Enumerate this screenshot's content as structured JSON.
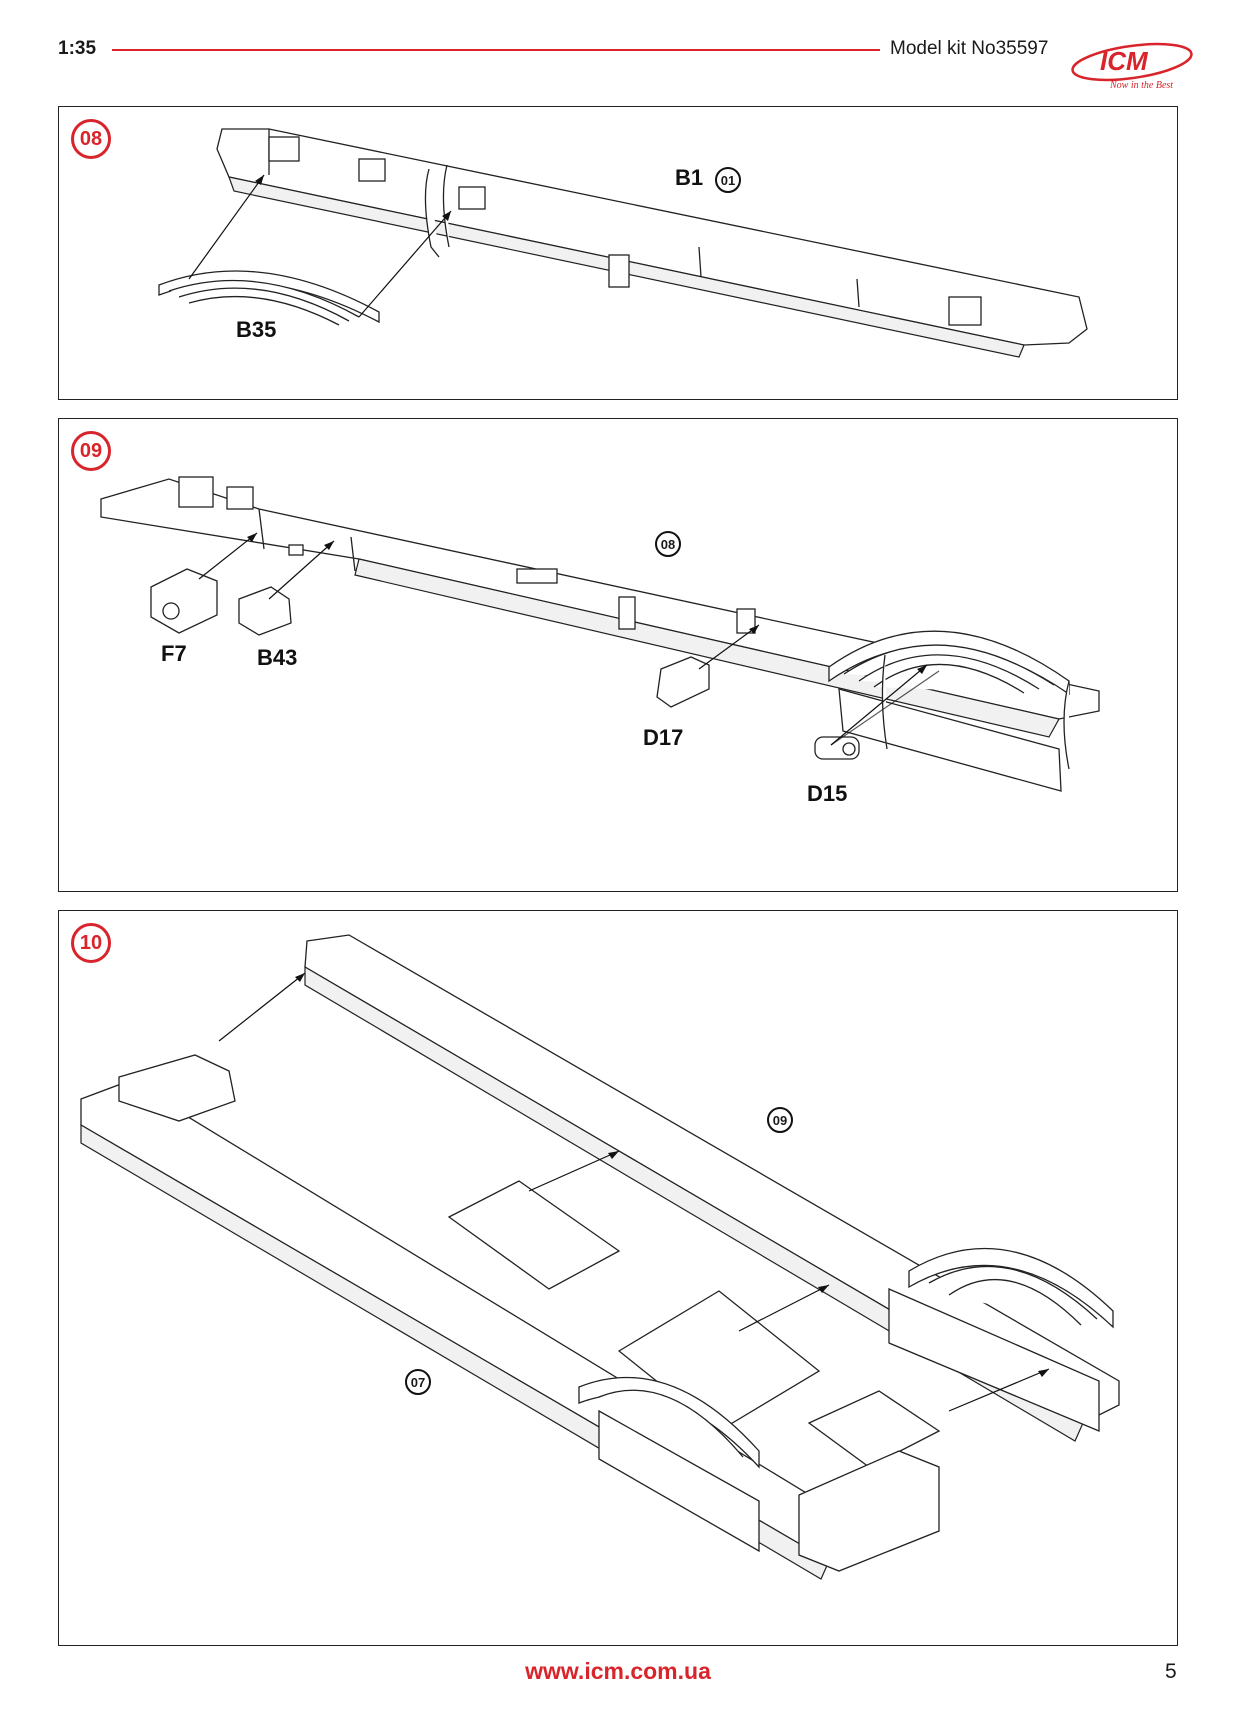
{
  "header": {
    "scale": "1:35",
    "kit": "Model kit No35597",
    "logo_text": "ICM",
    "logo_tagline": "Now in the Best"
  },
  "steps": [
    {
      "number": "08",
      "parts": [
        "B1",
        "B35"
      ],
      "refs": [
        "01"
      ]
    },
    {
      "number": "09",
      "parts": [
        "F7",
        "B43",
        "D17",
        "D15"
      ],
      "refs": [
        "08"
      ]
    },
    {
      "number": "10",
      "parts": [],
      "refs": [
        "09",
        "07"
      ]
    }
  ],
  "footer": {
    "url": "www.icm.com.ua",
    "page": "5"
  },
  "colors": {
    "accent": "#d8242a",
    "line": "#222222"
  }
}
